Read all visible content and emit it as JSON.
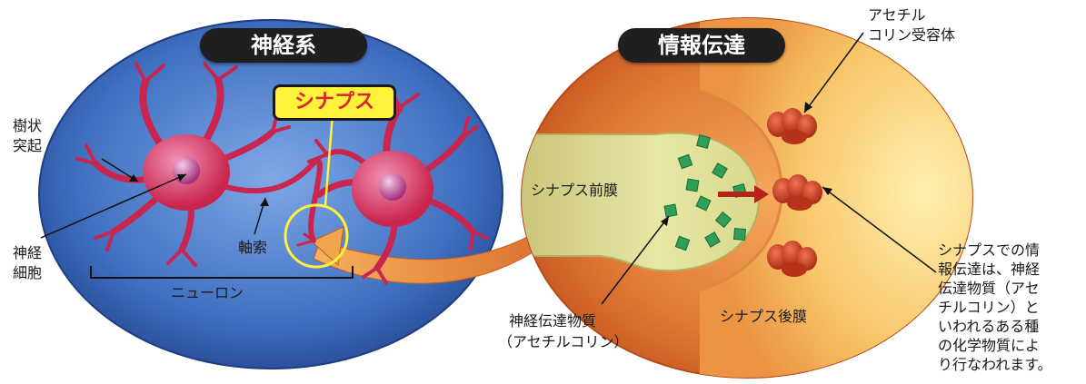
{
  "nervous_system": {
    "title": "神経系",
    "synapse": "シナプス",
    "dendrite": [
      "樹状",
      "突起"
    ],
    "nerve_cell": [
      "神経",
      "細胞"
    ],
    "axon": "軸索",
    "neuron": "ニューロン"
  },
  "transmission": {
    "title": "情報伝達",
    "receptor": [
      "アセチル",
      "コリン受容体"
    ],
    "presynaptic": "シナプス前膜",
    "postsynaptic": "シナプス後膜",
    "transmitter": [
      "神経伝達物質",
      "（アセチルコリン）"
    ],
    "explanation": [
      "シナプスでの情",
      "報伝達は、神経",
      "伝達物質（アセ",
      "チルコリン）と",
      "いわれるある種",
      "の化学物質によ",
      "り行なわれます。"
    ]
  },
  "colors": {
    "neuron_oval": "#3f6fc0",
    "neuron": "#d5365f",
    "synapse_oval": "#e07a36",
    "terminal": "#cfd27a",
    "vesicle": "#2f9e57",
    "receptor": "#c4391f",
    "label_bg": "#1f1f1f",
    "synapse_label_bg": "#fff23a"
  }
}
